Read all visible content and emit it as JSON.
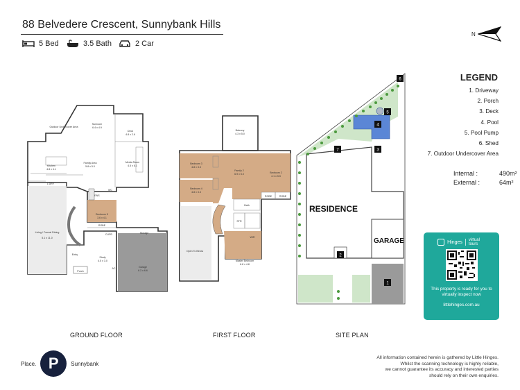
{
  "header": {
    "title": "88 Belvedere Crescent, Sunnybank Hills",
    "features": [
      {
        "icon": "bed-icon",
        "label": "5 Bed"
      },
      {
        "icon": "bath-icon",
        "label": "3.5 Bath"
      },
      {
        "icon": "car-icon",
        "label": "2 Car"
      }
    ]
  },
  "compass": {
    "label": "N"
  },
  "legend": {
    "heading": "LEGEND",
    "items": [
      "1. Driveway",
      "2. Porch",
      "3. Deck",
      "4. Pool",
      "5. Pool Pump",
      "6. Shed",
      "7. Outdoor Undercover Area"
    ]
  },
  "area": {
    "internal_label": "Internal :",
    "internal_value": "490m²",
    "external_label": "External :",
    "external_value": "64m²"
  },
  "ground_floor": {
    "caption": "GROUND FLOOR",
    "rooms": {
      "outdoor": "Outdoor Undercover Area",
      "sunroom": "Sunroom",
      "sunroom_dim": "6.4 x 4.9",
      "deck": "Deck",
      "deck_dim": "4.8 x 2.6",
      "kitchen": "Kitchen",
      "kitchen_dim": "4.8 x 4.1",
      "family": "Family Area",
      "family_dim": "5.8 x 5.0",
      "media": "Media Room",
      "media_dim": "4.5 x 8.1",
      "ldry": "L'DRY",
      "ens": "ENS",
      "wc": "WC",
      "bed5": "Bedroom 5",
      "bed5_dim": "3.6 x 4.1",
      "robe": "ROBE",
      "cupd": "CUPD",
      "living": "Living / Formal Dining",
      "living_dim": "5.1 x 11.0",
      "storage": "Storage",
      "garage": "Garage",
      "garage_dim": "6.2 x 6.6",
      "entry": "Entry",
      "study": "Study",
      "study_dim": "4.5 x 3.0",
      "porch": "Porch",
      "ac": "AC"
    }
  },
  "first_floor": {
    "caption": "FIRST FLOOR",
    "rooms": {
      "balcony": "Balcony",
      "balcony_dim": "4.3 x 5.0",
      "bed3": "Bedroom 3",
      "bed3_dim": "4.8 x 3.3",
      "family2": "Family 2",
      "family2_dim": "6.9 x 5.0",
      "bed2": "Bedroom 2",
      "bed2_dim": "4.1 x 5.5",
      "bed4": "Bedroom 4",
      "bed4_dim": "4.8 x 3.3",
      "robe": "ROBE",
      "bath": "Bath",
      "stair": "STR",
      "wir": "WIR",
      "open": "Open To Below",
      "master": "Master Bedroom",
      "master_dim": "6.8 x 4.8"
    }
  },
  "site_plan": {
    "caption": "SITE PLAN",
    "residence": "RESIDENCE",
    "garage": "GARAGE",
    "markers": [
      "1",
      "2",
      "3",
      "4",
      "5",
      "6",
      "7"
    ]
  },
  "qr_card": {
    "brand_left": "Hinges",
    "brand_right": "virtual tours",
    "text": "This property is ready for you to virtually inspect now",
    "url": "littlehinges.com.au"
  },
  "disclaimer": [
    "All information contained herein is gathered by Little Hinges.",
    "Whilst the scanning technology is highly reliable,",
    "we cannot guarantee its accuracy and interested parties",
    "should rely on their own enquiries."
  ],
  "agency": {
    "name": "Place.",
    "logo_letter": "P",
    "office": "Sunnybank"
  },
  "colors": {
    "wood": "#d4ab86",
    "garage": "#9a9a9a",
    "grass": "#cfe6c9",
    "pool": "#5b86d6",
    "teal": "#1fa89b",
    "navy": "#17213d"
  }
}
